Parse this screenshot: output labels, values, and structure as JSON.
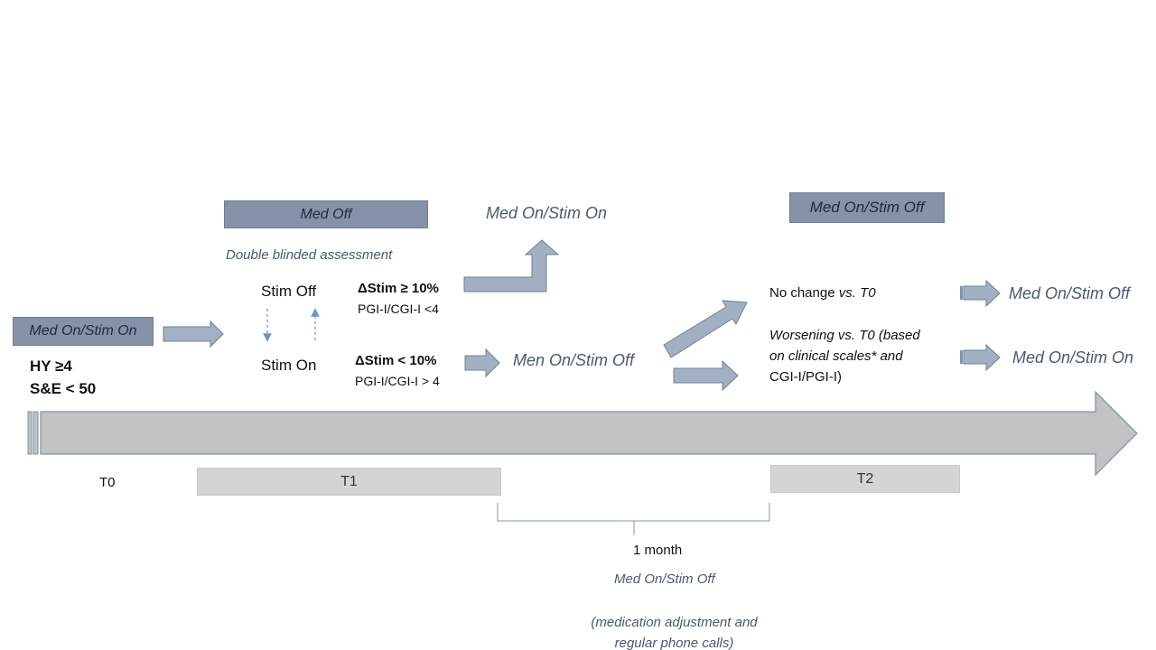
{
  "baseline": {
    "box_label": "Med On/Stim On",
    "hy": "HY ≥4",
    "se": "S&E < 50"
  },
  "phase_t1": {
    "med_off_label": "Med Off",
    "double_blinded": "Double blinded assessment",
    "stim_off": "Stim Off",
    "stim_on": "Stim On",
    "criterion_high_delta": "ΔStim ≥ 10%",
    "criterion_high_scale": "PGI-I/CGI-I <4",
    "criterion_low_delta": "ΔStim < 10%",
    "criterion_low_scale": "PGI-I/CGI-I > 4",
    "outcome_high": "Med On/Stim On",
    "outcome_low": "Men On/Stim Off"
  },
  "phase_t2": {
    "box_label": "Med On/Stim Off",
    "no_change": "No change",
    "no_change_vs": "vs. T0",
    "worsening_line1": "Worsening  vs. T0 (based",
    "worsening_line2": "on clinical scales* and",
    "worsening_line3": "CGI-I/PGI-I)",
    "outcome_no_change": "Med On/Stim Off",
    "outcome_worsening": "Med On/Stim On"
  },
  "timeline": {
    "t0": "T0",
    "t1": "T1",
    "t2": "T2",
    "interval": "1 month",
    "interval_condition": "Med On/Stim Off",
    "interval_note_line1": "(medication adjustment and",
    "interval_note_line2": "regular phone calls)"
  },
  "colors": {
    "arrow_fill": "#a3b0c3",
    "arrow_stroke": "#6f7f99",
    "dark_box": "#8592a8",
    "timeline_fill": "#c2c2c2",
    "timeline_stroke": "#7f93ad",
    "period_box": "#d4d4d4",
    "slate_text": "#4a5a70",
    "dashed_arrow": "#6a96c8"
  }
}
